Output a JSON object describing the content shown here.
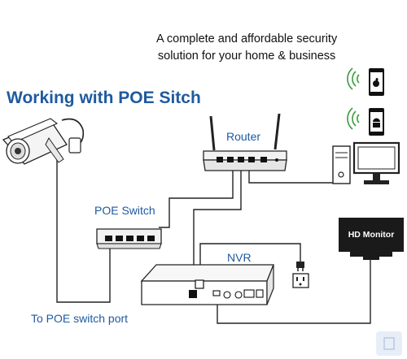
{
  "tagline": {
    "line1": "A complete and affordable security",
    "line2": "solution for your home & business"
  },
  "heading": "Working with POE Sitch",
  "labels": {
    "router": "Router",
    "poe_switch": "POE Switch",
    "nvr": "NVR",
    "hd_monitor": "HD Monitor",
    "poe_port_note": "To POE switch port"
  },
  "icons": [
    "wifi-icon",
    "apple-phone-icon",
    "android-phone-icon",
    "desktop-computer-icon",
    "bullet-camera-icon",
    "power-plug-icon",
    "power-outlet-icon"
  ],
  "colors": {
    "heading": "#1e5aa0",
    "line": "#222222"
  }
}
